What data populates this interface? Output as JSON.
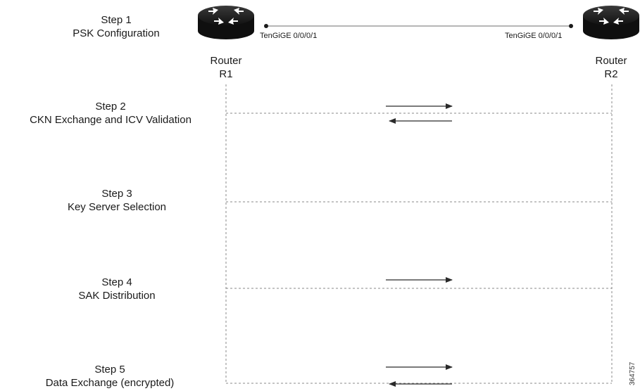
{
  "steps": [
    {
      "title": "Step 1",
      "desc": "PSK Configuration"
    },
    {
      "title": "Step 2",
      "desc": "CKN Exchange and ICV Validation"
    },
    {
      "title": "Step 3",
      "desc": "Key Server Selection"
    },
    {
      "title": "Step 4",
      "desc": "SAK Distribution"
    },
    {
      "title": "Step 5",
      "desc": "Data Exchange (encrypted)"
    }
  ],
  "routers": {
    "r1": {
      "line1": "Router",
      "line2": "R1",
      "interface": "TenGiGE 0/0/0/1"
    },
    "r2": {
      "line1": "Router",
      "line2": "R2",
      "interface": "TenGiGE 0/0/0/1"
    }
  },
  "figure_id": "364757",
  "colors": {
    "router_body": "#1c1c1c",
    "line": "#555555",
    "dashed": "#8a8a8a"
  }
}
